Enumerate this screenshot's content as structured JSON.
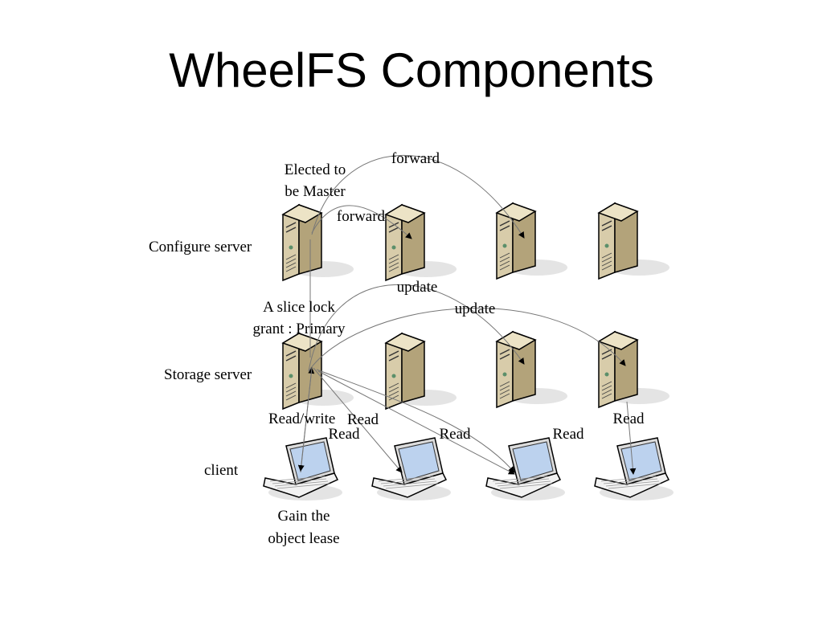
{
  "title": "WheelFS Components",
  "rows": {
    "configure": "Configure server",
    "storage": "Storage server",
    "client": "client"
  },
  "annotations": {
    "elected": [
      "Elected to",
      "be Master"
    ],
    "slice_lock": [
      "A slice lock",
      "grant : Primary"
    ],
    "lease": [
      "Gain the",
      "object lease"
    ]
  },
  "arrows": {
    "forward_top": "forward",
    "forward_near": "forward",
    "update_1": "update",
    "update_2": "update",
    "read_write": "Read/write",
    "read_overlap": "Read",
    "read_1": "Read",
    "read_2": "Read",
    "read_3": "Read",
    "read_4": "Read"
  },
  "icons": {
    "server": "server-tower-icon",
    "client": "laptop-icon"
  },
  "colors": {
    "server_front": "#d8ccaa",
    "server_side": "#b3a37a",
    "server_top": "#ece3c6",
    "laptop_body": "#f2f2f2",
    "laptop_screen": "#bcd2ee",
    "shadow": "#e4e4e4",
    "connector": "#777777"
  }
}
